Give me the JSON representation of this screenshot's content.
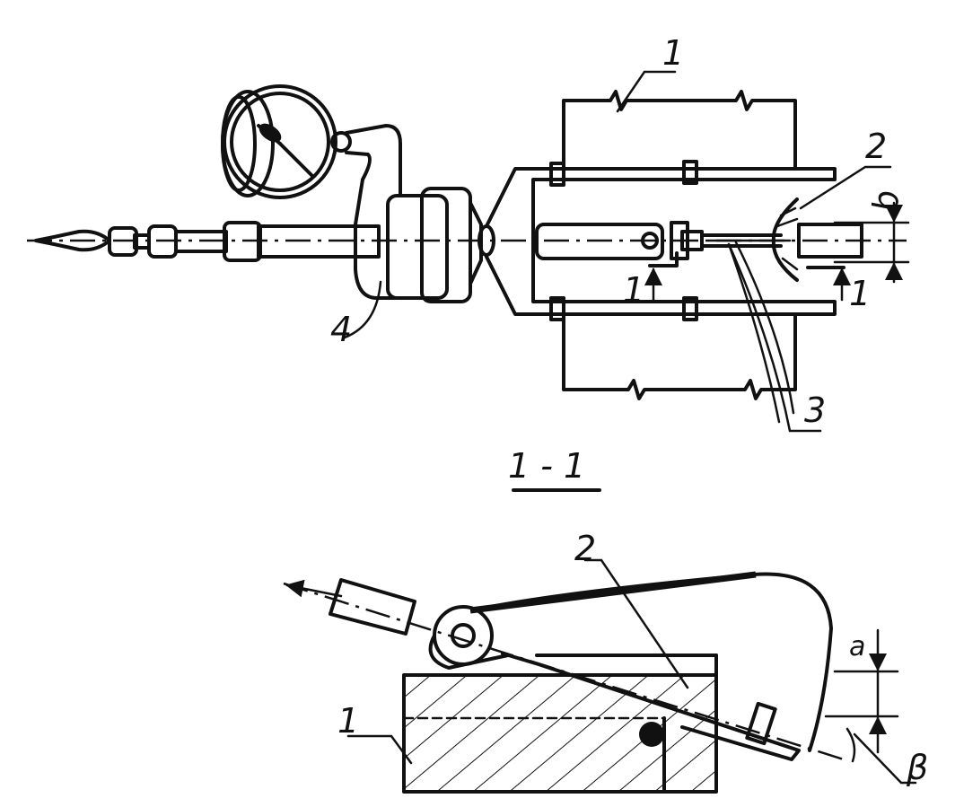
{
  "labels": {
    "frame": "1",
    "insert": "2",
    "blade": "3",
    "indicator_holder": "4",
    "section_mark_left": "1",
    "section_mark_right": "1",
    "section_title": "1 - 1",
    "b": "b",
    "a": "a",
    "beta": "β",
    "section_frame": "1",
    "section_insert": "2"
  }
}
